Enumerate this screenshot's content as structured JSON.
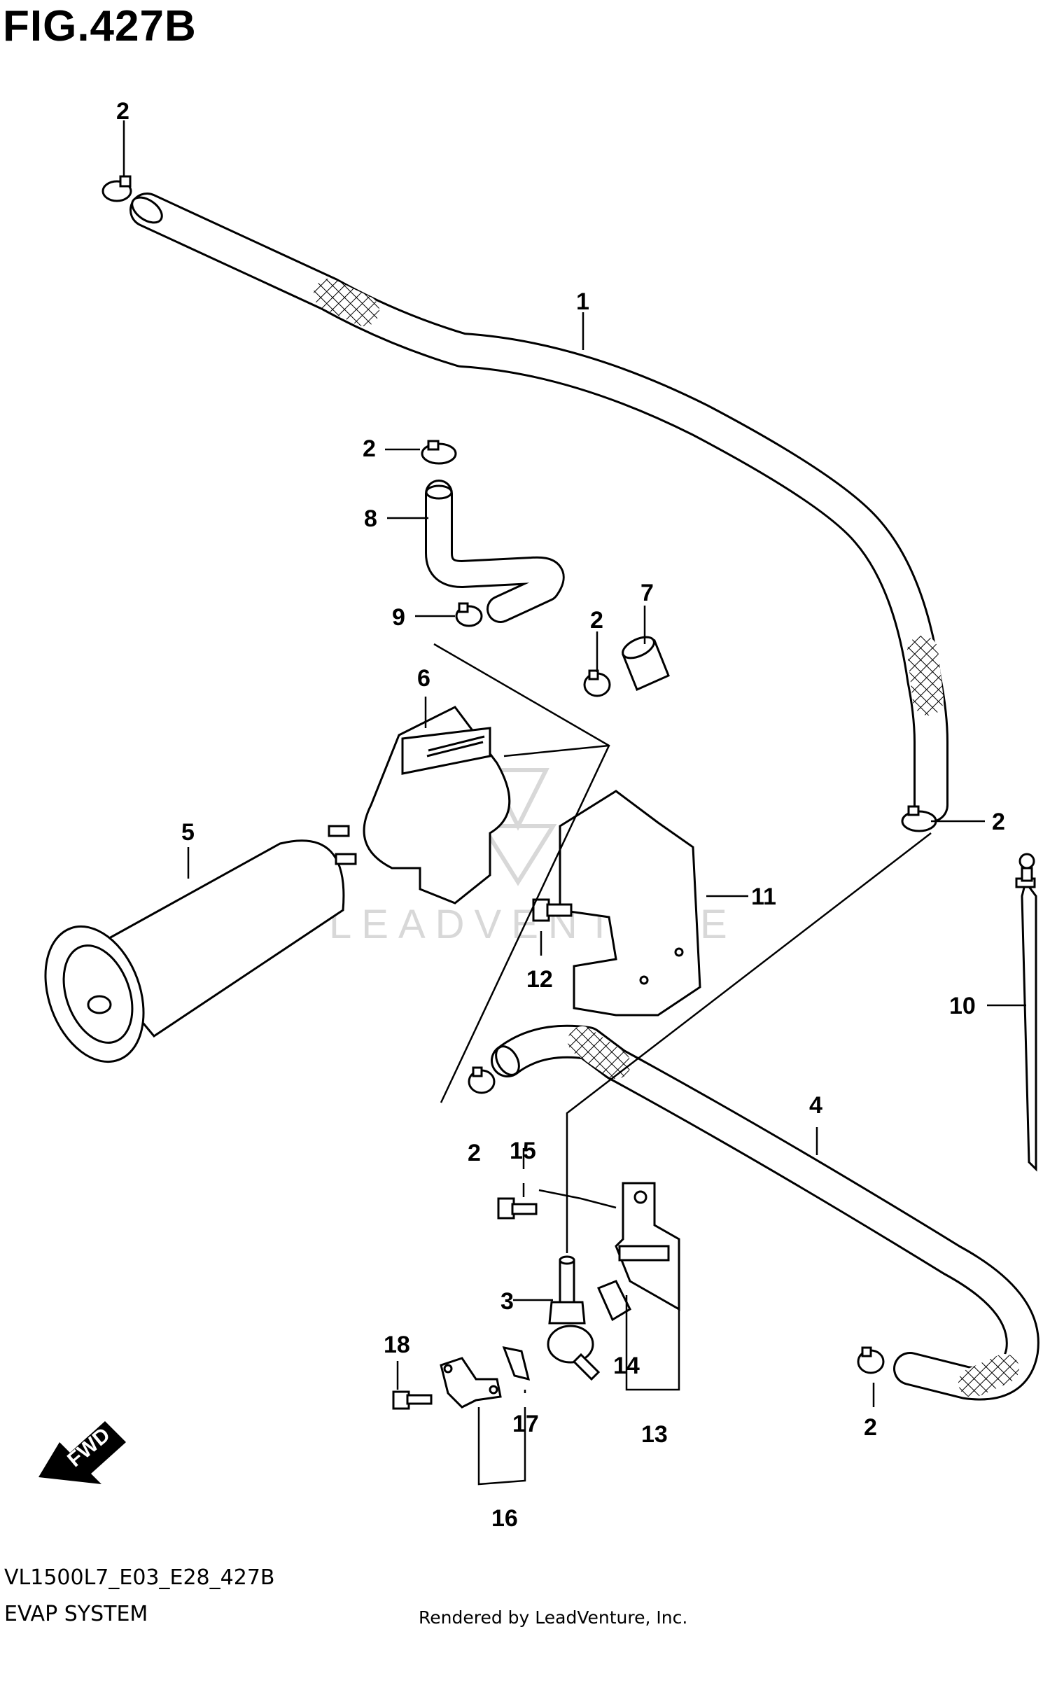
{
  "header": {
    "figure_title": "FIG.427B"
  },
  "footer": {
    "diagram_code": "VL1500L7_E03_E28_427B",
    "diagram_name": "EVAP SYSTEM",
    "credit": "Rendered by LeadVenture, Inc."
  },
  "watermark": {
    "text": "LEADVENTURE"
  },
  "direction_arrow": {
    "label": "FWD"
  },
  "callouts": {
    "c1": "1",
    "c2a": "2",
    "c2b": "2",
    "c2c": "2",
    "c2d": "2",
    "c2e": "2",
    "c2f": "2",
    "c3": "3",
    "c4": "4",
    "c5": "5",
    "c6": "6",
    "c7": "7",
    "c8": "8",
    "c9": "9",
    "c10": "10",
    "c11": "11",
    "c12": "12",
    "c13": "13",
    "c14": "14",
    "c15": "15",
    "c16": "16",
    "c17": "17",
    "c18": "18"
  }
}
